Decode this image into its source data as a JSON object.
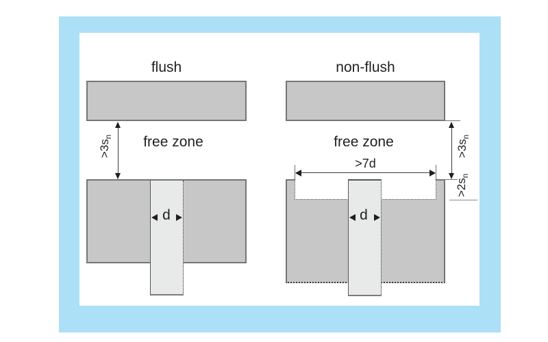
{
  "figure": {
    "type": "sensor-mounting-clearance-diagram",
    "left": {
      "title": "flush",
      "free_zone": "free zone",
      "min_clearance": ">3s",
      "min_clearance_sub": "n",
      "diameter": "d"
    },
    "right": {
      "title": "non-flush",
      "free_zone": "free zone",
      "min_clearance": ">3s",
      "min_clearance_sub": "n",
      "recess_width": ">7d",
      "recess_depth": ">2s",
      "recess_depth_sub": "n",
      "diameter": "d"
    },
    "colors": {
      "frame_blue": "#ace0f6",
      "panel_white": "#ffffff",
      "block_gray": "#c7c7c7",
      "sensor_gray": "#e8e9e9",
      "outline_gray": "#757575",
      "dimension_dark": "#333333",
      "text_dark": "#1f1f1f"
    }
  }
}
